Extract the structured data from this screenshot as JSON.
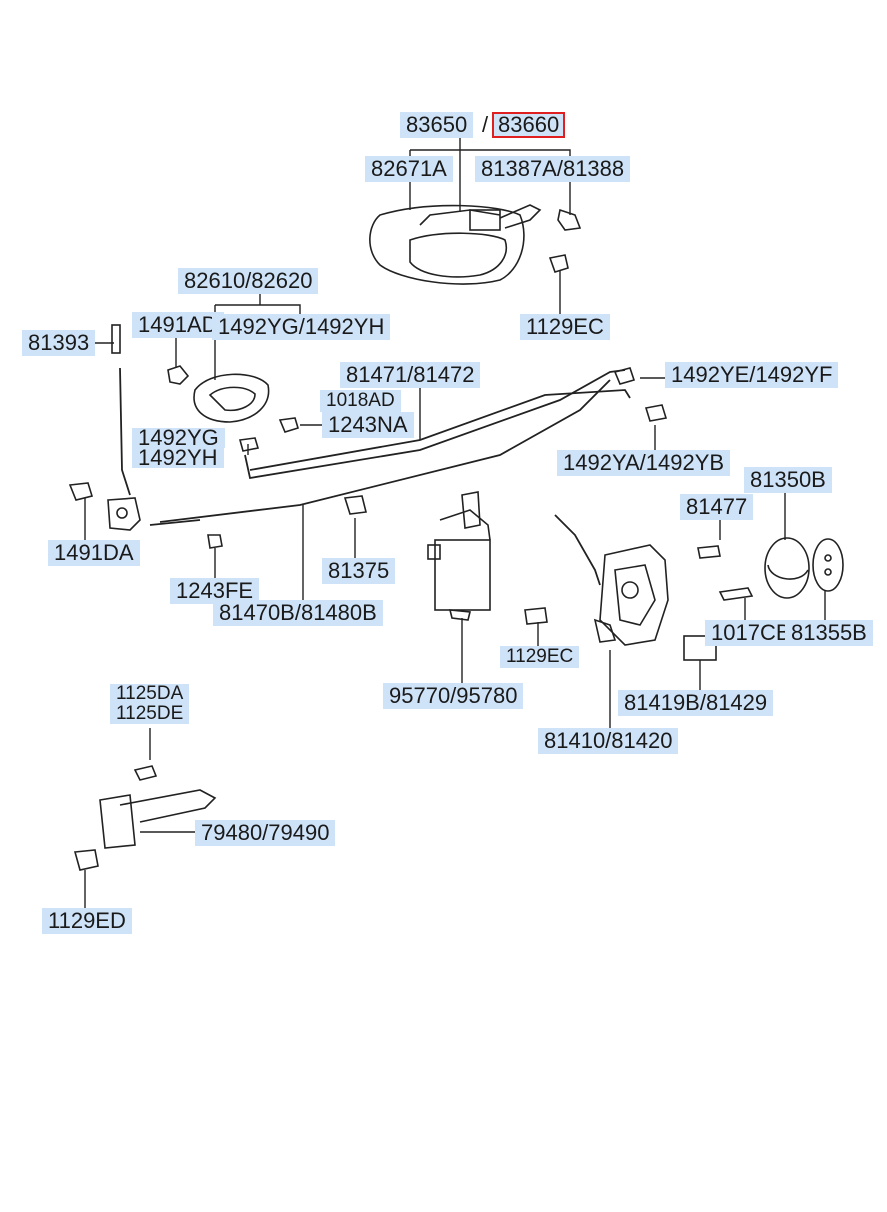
{
  "labels": {
    "l83650": "83650",
    "sep1": "/",
    "l83660": "83660",
    "l82671A": "82671A",
    "l81387A": "81387A/81388",
    "l1129EC_top": "1129EC",
    "l82610": "82610/82620",
    "l1491AD": "1491AD",
    "l1492YG_YH_top": "1492YG/1492YH",
    "l81393": "81393",
    "l81471": "81471/81472",
    "l1018AD": "1018AD",
    "l1243NA": "1243NA",
    "l1492YE": "1492YE/1492YF",
    "l1492YG_left": "1492YG",
    "l1492YH_left": "1492YH",
    "l1492YA": "1492YA/1492YB",
    "l81350B": "81350B",
    "l81477": "81477",
    "l1491DA": "1491DA",
    "l1243FE": "1243FE",
    "l81375": "81375",
    "l81470B": "81470B/81480B",
    "l1129EC_mid": "1129EC",
    "l1017CB": "1017CB",
    "l81355B": "81355B",
    "l95770": "95770/95780",
    "l81419B": "81419B/81429",
    "l81410": "81410/81420",
    "l1125DA": "1125DA",
    "l1125DE": "1125DE",
    "l79480": "79480/79490",
    "l1129ED": "1129ED"
  },
  "highlight_color": "#e02020",
  "label_bg_color": "#cfe3f8"
}
